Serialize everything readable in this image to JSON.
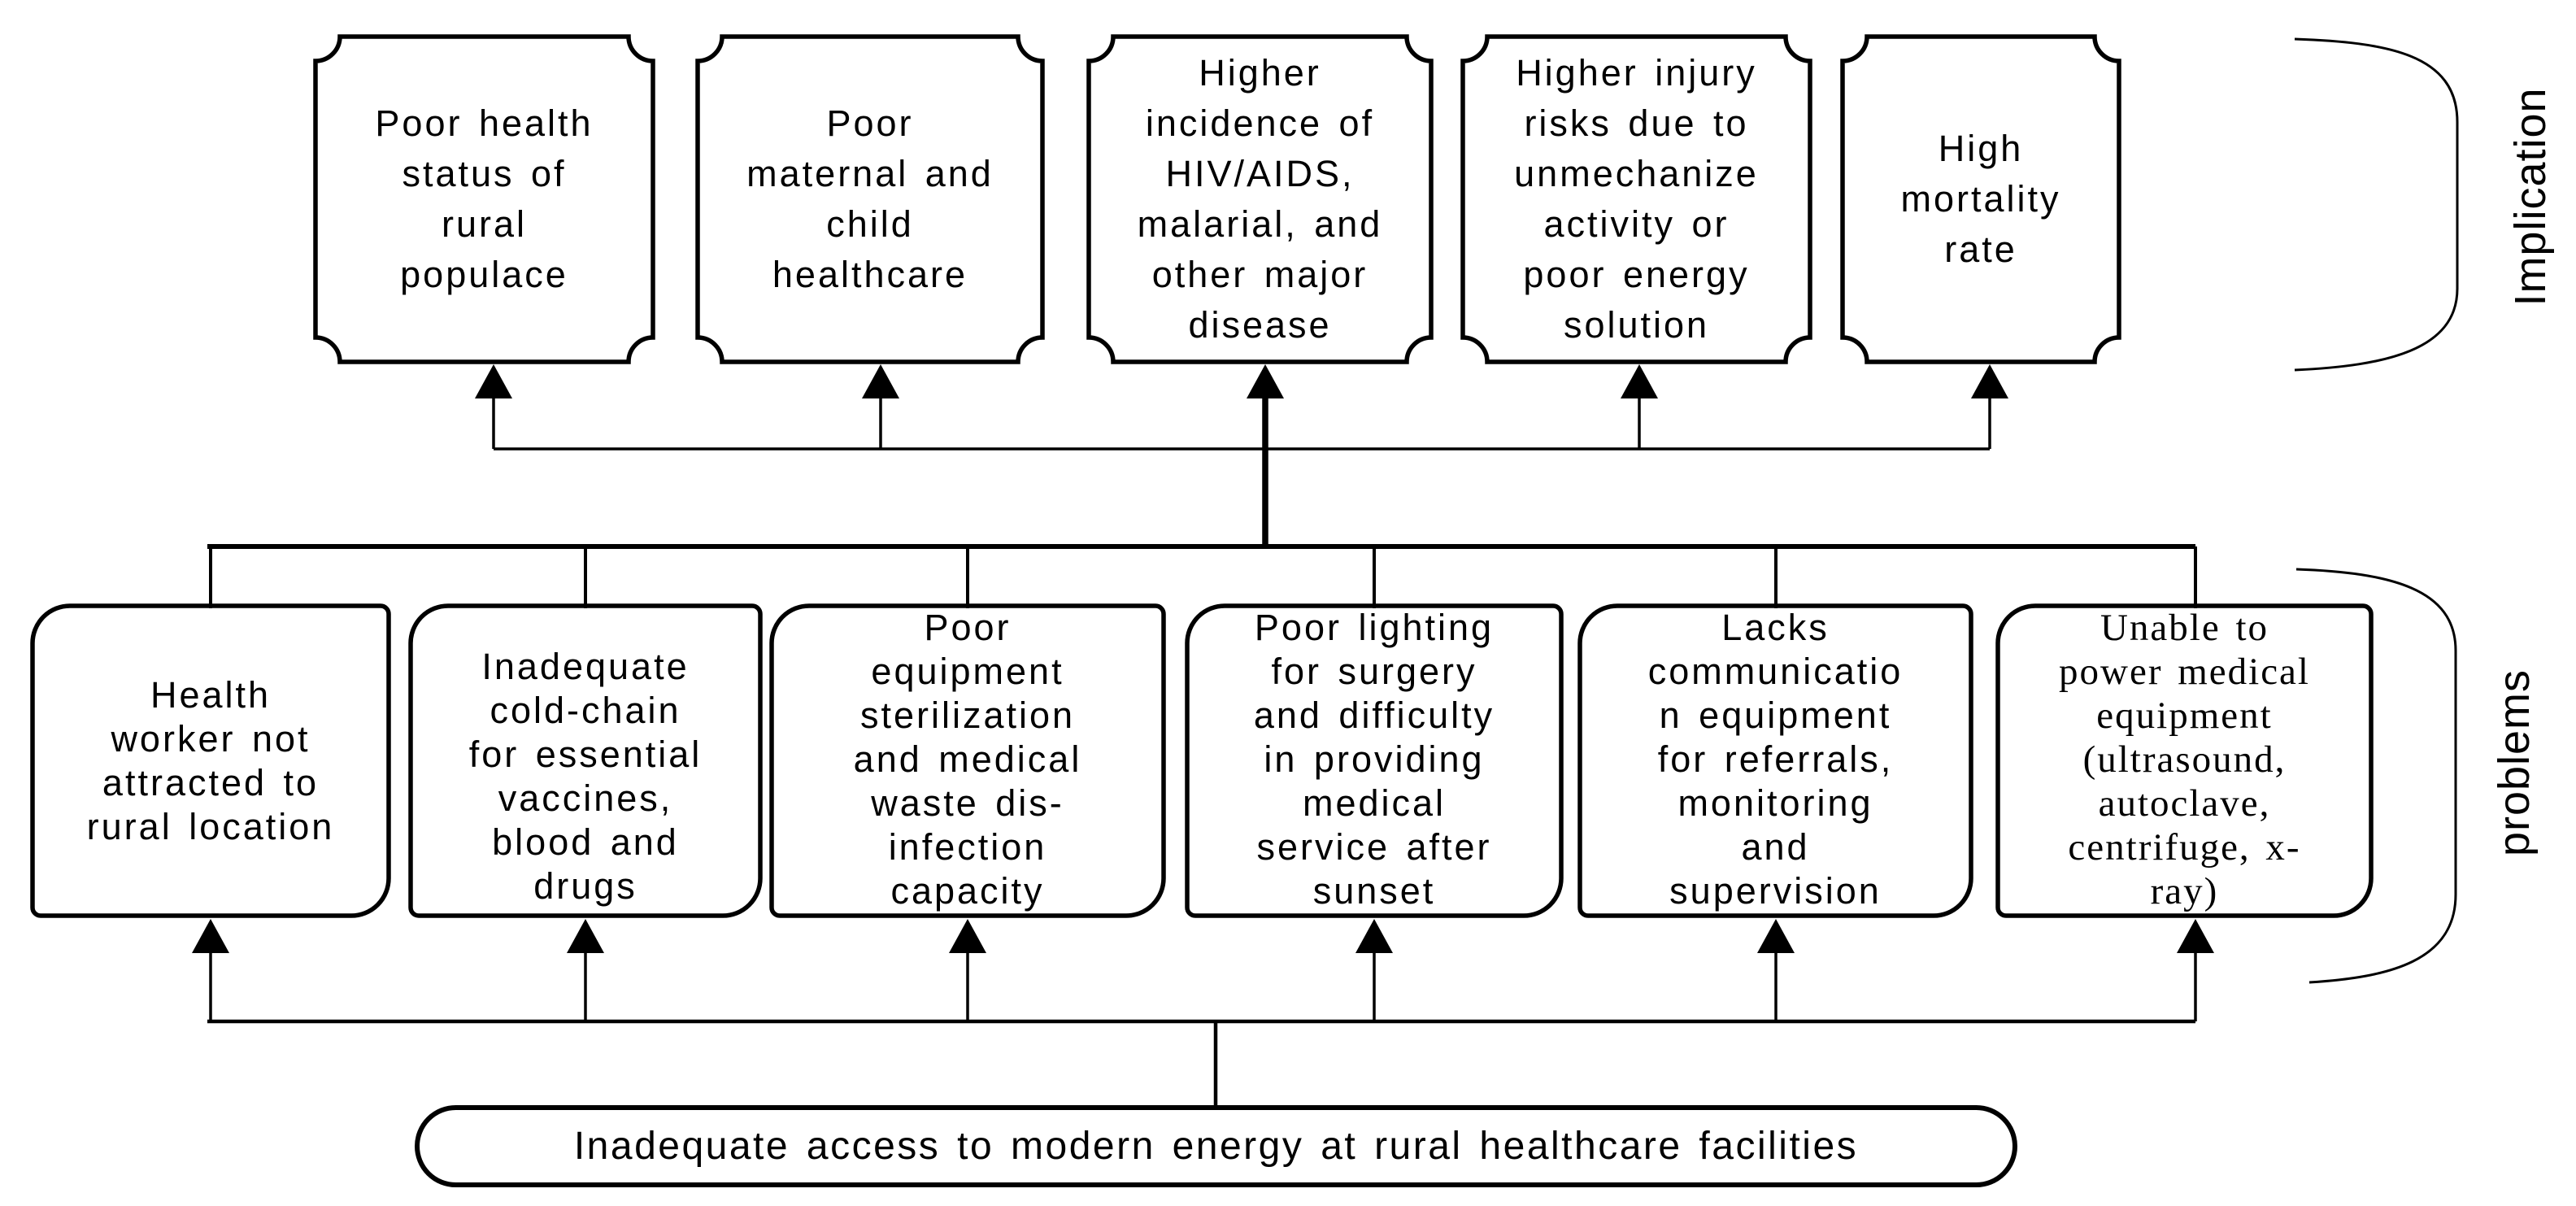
{
  "labels": {
    "implication": "Implication",
    "problems": "problems"
  },
  "implications": [
    {
      "text": "Poor health\nstatus of\nrural\npopulace"
    },
    {
      "text": "Poor\nmaternal and\nchild\nhealthcare"
    },
    {
      "text": "Higher\nincidence of\nHIV/AIDS,\nmalarial, and\nother major\ndisease"
    },
    {
      "text": "Higher injury\nrisks due to\nunmechanize\nactivity or\npoor energy\nsolution"
    },
    {
      "text": "High\nmortality\nrate"
    }
  ],
  "problems": [
    {
      "text": "Health\nworker not\nattracted to\nrural location"
    },
    {
      "text": "Inadequate\ncold-chain\nfor essential\nvaccines,\nblood and\ndrugs"
    },
    {
      "text": "Poor\nequipment\nsterilization\nand medical\nwaste dis-\ninfection\ncapacity"
    },
    {
      "text": "Poor lighting\nfor surgery\nand difficulty\nin providing\nmedical\nservice after\nsunset"
    },
    {
      "text": "Lacks\ncommunicatio\nn equipment\nfor referrals,\nmonitoring\nand\nsupervision"
    },
    {
      "text": "Unable to\npower medical\nequipment\n(ultrasound,\nautoclave,\ncentrifuge, x-\nray)"
    }
  ],
  "root_cause": {
    "text": "Inadequate access to modern energy at rural healthcare facilities"
  },
  "colors": {
    "stroke": "#000000",
    "text": "#000000",
    "background": "#ffffff"
  }
}
